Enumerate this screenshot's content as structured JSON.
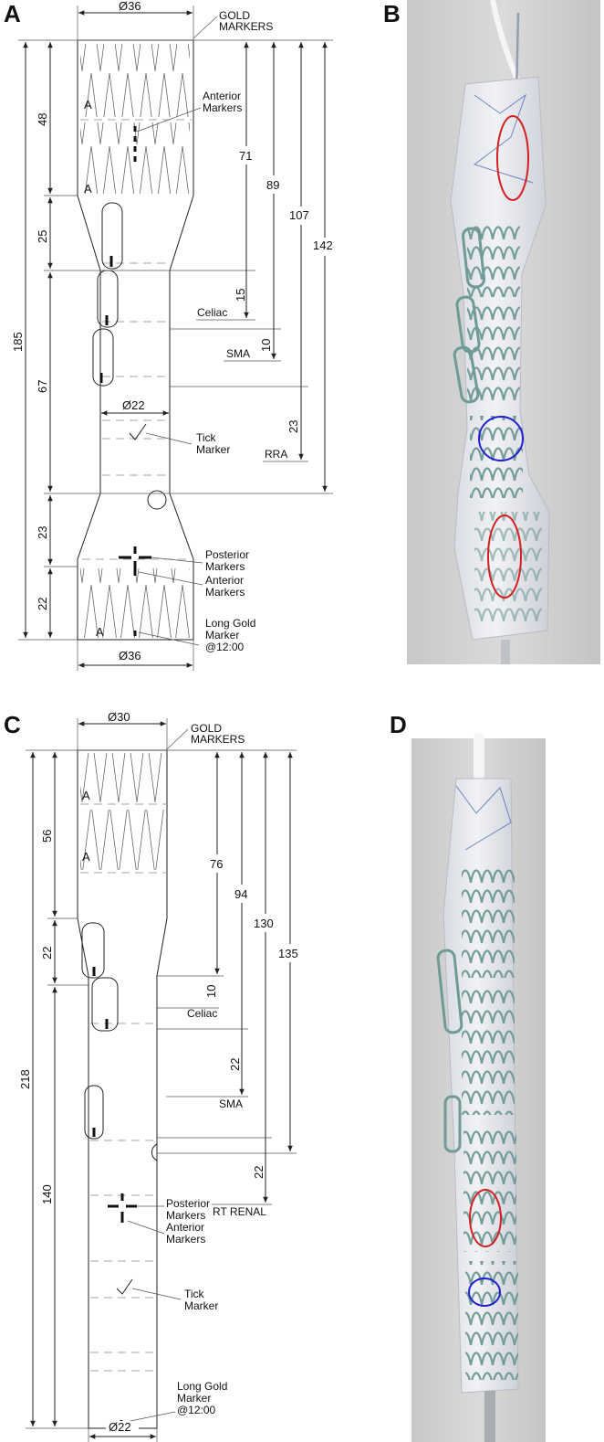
{
  "panels": {
    "a": {
      "letter": "A"
    },
    "b": {
      "letter": "B"
    },
    "c": {
      "letter": "C"
    },
    "d": {
      "letter": "D"
    }
  },
  "diagram_a": {
    "top_diameter": "Ø36",
    "mid_diameter": "Ø22",
    "bottom_diameter": "Ø36",
    "gold_markers": [
      "GOLD",
      "MARKERS"
    ],
    "anterior_markers_top": [
      "Anterior",
      "Markers"
    ],
    "tick_marker": [
      "Tick",
      "Marker"
    ],
    "posterior_markers": [
      "Posterior",
      "Markers"
    ],
    "anterior_markers_bottom": [
      "Anterior",
      "Markers"
    ],
    "long_gold_marker": [
      "Long Gold",
      "Marker",
      "@12:00"
    ],
    "stent_letter": "A",
    "left_dims": [
      "48",
      "25",
      "67",
      "23",
      "22"
    ],
    "overall_length": "185",
    "right_dims": [
      "71",
      "89",
      "107",
      "142"
    ],
    "small_dims": [
      "15",
      "10",
      "23"
    ],
    "vessels": [
      "Celiac",
      "SMA",
      "RRA"
    ]
  },
  "diagram_c": {
    "top_diameter": "Ø30",
    "bottom_diameter": "Ø22",
    "gold_markers": [
      "GOLD",
      "MARKERS"
    ],
    "posterior_markers": [
      "Posterior",
      "Markers"
    ],
    "anterior_markers": [
      "Anterior",
      "Markers"
    ],
    "tick_marker": [
      "Tick",
      "Marker"
    ],
    "long_gold_marker": [
      "Long Gold",
      "Marker",
      "@12:00"
    ],
    "stent_letter": "A",
    "left_dims": [
      "56",
      "22",
      "140"
    ],
    "overall_length": "218",
    "right_dims": [
      "76",
      "94",
      "130",
      "135"
    ],
    "small_dims": [
      "10",
      "22",
      "22"
    ],
    "vessels": [
      "Celiac",
      "SMA",
      "RT RENAL"
    ]
  },
  "photo_b": {
    "circles": [
      "red",
      "blue",
      "red"
    ]
  },
  "photo_d": {
    "circles": [
      "red",
      "blue"
    ]
  },
  "colors": {
    "red_circle": "#d42020",
    "blue_circle": "#2020d0",
    "photo_bg": "#cfcfcf",
    "wire": "#6f9a96"
  }
}
